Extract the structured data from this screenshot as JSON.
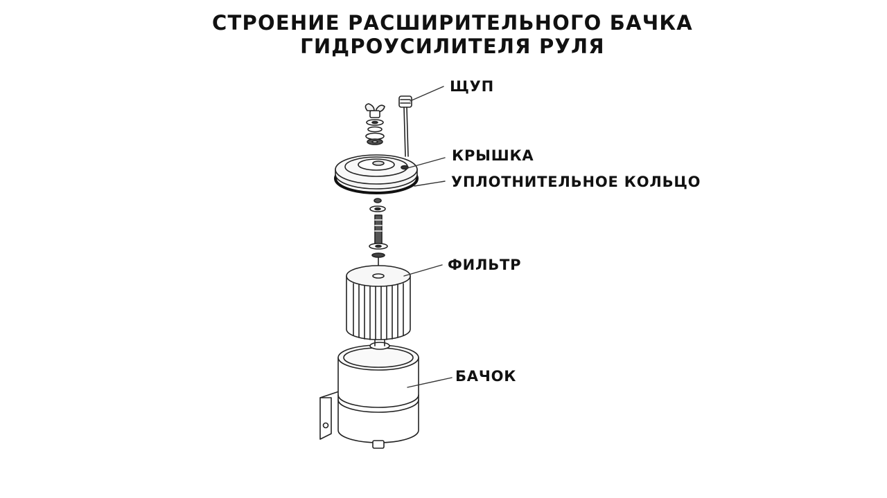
{
  "title": {
    "line1": "СТРОЕНИЕ РАСШИРИТЕЛЬНОГО БАЧКА",
    "line2": "ГИДРОУСИЛИТЕЛЯ РУЛЯ"
  },
  "labels": {
    "dipstick": "ЩУП",
    "cap": "КРЫШКА",
    "seal_ring": "УПЛОТНИТЕЛЬНОЕ КОЛЬЦО",
    "filter": "ФИЛЬТР",
    "tank": "БАЧОК"
  }
}
